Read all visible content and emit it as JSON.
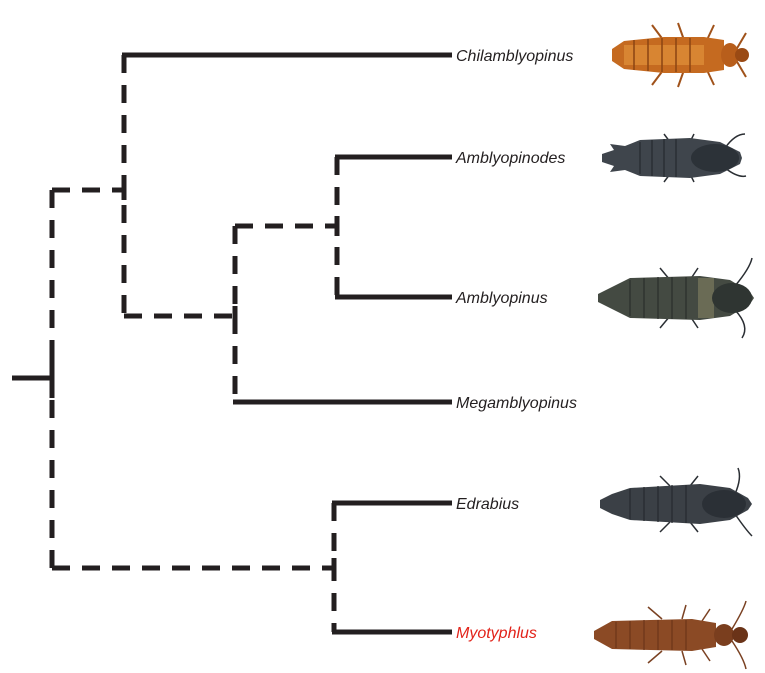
{
  "tree": {
    "taxa": [
      {
        "id": "chilamblyopinus",
        "label": "Chilamblyopinus",
        "color": "#231f20",
        "image": "beetle-orange"
      },
      {
        "id": "amblyopinodes",
        "label": "Amblyopinodes",
        "color": "#231f20",
        "image": "beetle-dark"
      },
      {
        "id": "amblyopinus",
        "label": "Amblyopinus",
        "color": "#231f20",
        "image": "beetle-dark"
      },
      {
        "id": "megamblyopinus",
        "label": "Megamblyopinus",
        "color": "#231f20",
        "image": null
      },
      {
        "id": "edrabius",
        "label": "Edrabius",
        "color": "#231f20",
        "image": "beetle-dark"
      },
      {
        "id": "myotyphlus",
        "label": "Myotyphlus",
        "color": "#e2231a",
        "image": "beetle-brown"
      }
    ],
    "branch_color": "#231f20",
    "dashed_branches": "internal",
    "solid_branches": "terminal",
    "highlight_color": "#e2231a"
  }
}
